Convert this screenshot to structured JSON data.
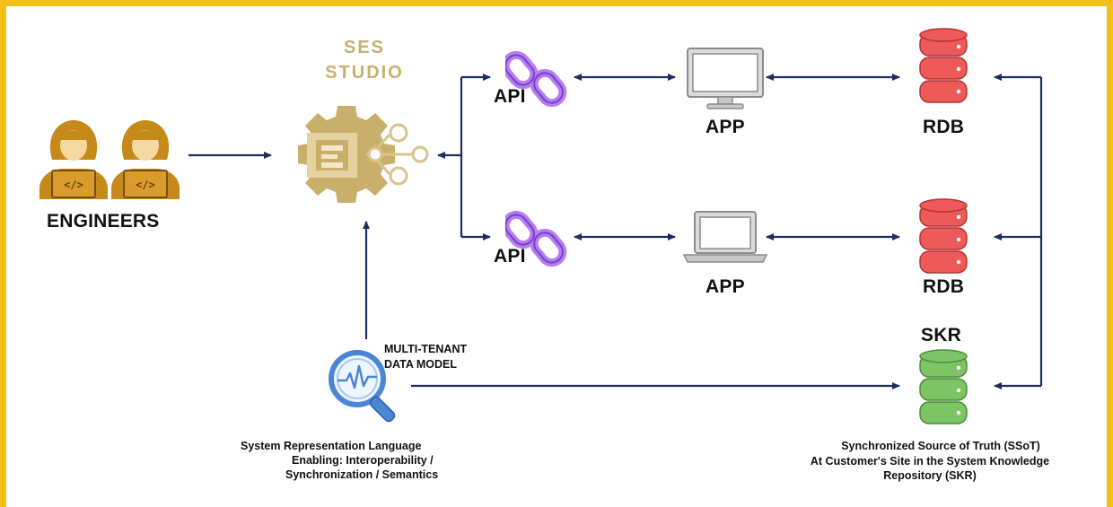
{
  "studio": {
    "line1": "SES",
    "line2": "STUDIO"
  },
  "engineers": {
    "label": "ENGINEERS"
  },
  "api_top": {
    "label": "API"
  },
  "api_bottom": {
    "label": "API"
  },
  "app_top": {
    "label": "APP"
  },
  "app_bottom": {
    "label": "APP"
  },
  "rdb_top": {
    "label": "RDB"
  },
  "rdb_bottom": {
    "label": "RDB"
  },
  "skr": {
    "label": "SKR"
  },
  "data_model": {
    "line1": "MULTI-TENANT",
    "line2": "DATA MODEL"
  },
  "srl_caption": {
    "line1": "System Representation Language",
    "line2": "Enabling: Interoperability /",
    "line3": "Synchronization / Semantics"
  },
  "ssot_caption": {
    "line1": "Synchronized Source of Truth (SSoT)",
    "line2": "At Customer's Site in the System Knowledge",
    "line3": "Repository (SKR)"
  },
  "colors": {
    "frame": "#f2c21b",
    "arrow": "#1d2d5c",
    "engineer": "#c68a1a",
    "studio": "#c9b06a",
    "link": "#b57ef0",
    "rdb": "#ee5a5a",
    "skr": "#7cc465",
    "monitor": "#9a9a9a",
    "magnifier": "#4a86d6"
  }
}
